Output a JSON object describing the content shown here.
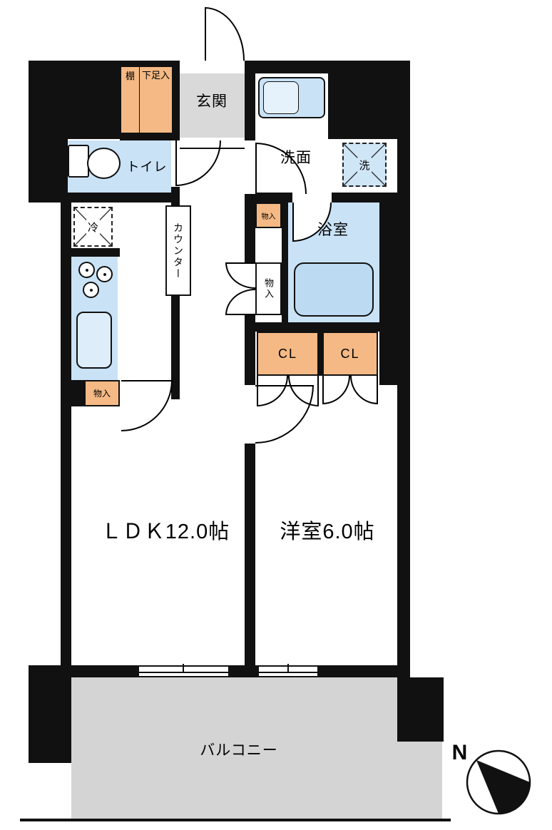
{
  "plan": {
    "rooms": {
      "entrance": "玄関",
      "toilet": "トイレ",
      "washroom": "洗面",
      "bath": "浴室",
      "ldk": "ＬＤＫ12.0帖",
      "western": "洋室6.0帖",
      "balcony": "バルコニー"
    },
    "fixtures": {
      "shelf": "棚",
      "shoe_cabinet": "下足入",
      "washer": "洗",
      "fridge": "冷",
      "counter": "カウンター",
      "storage_top": "物入",
      "storage_hall": "物入",
      "storage_kitchen": "物入",
      "closet_left": "CL",
      "closet_right": "CL"
    },
    "compass": {
      "north": "N"
    },
    "colors": {
      "wall": "#111111",
      "water_blue": "#c9e2f6",
      "tub_blue": "#bcdaf1",
      "storage_orange": "#f4b984",
      "entrance_gray": "#d9d9d9",
      "balcony_gray": "#d4d4d4"
    }
  }
}
